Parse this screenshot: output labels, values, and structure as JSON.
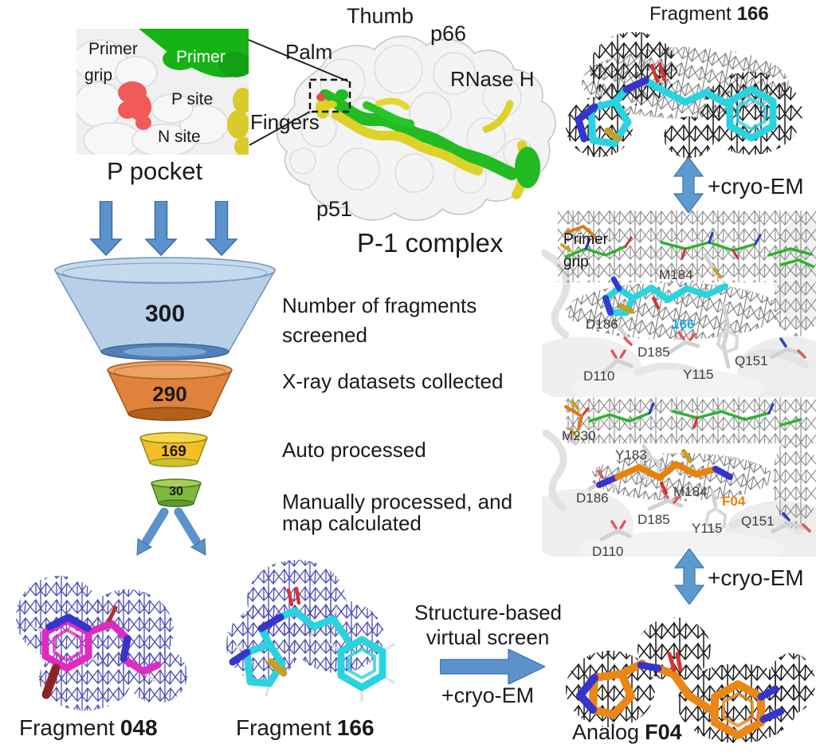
{
  "inset": {
    "primer_grip_line1": "Primer",
    "primer_grip_line2": "grip",
    "primer": "Primer",
    "p_site": "P site",
    "n_site": "N site",
    "caption": "P pocket"
  },
  "complex": {
    "thumb": "Thumb",
    "p66": "p66",
    "palm": "Palm",
    "rnase_h": "RNase H",
    "fingers": "Fingers",
    "p51": "p51",
    "caption": "P-1 complex"
  },
  "funnel": {
    "steps": [
      {
        "value": "300",
        "line1": "Number of fragments",
        "line2": "screened"
      },
      {
        "value": "290",
        "line1": "X-ray datasets collected",
        "line2": ""
      },
      {
        "value": "169",
        "line1": "Auto processed",
        "line2": ""
      },
      {
        "value": "30",
        "line1": "Manually processed, and",
        "line2": "map calculated"
      }
    ]
  },
  "fragments": {
    "top166": {
      "prefix": "Fragment",
      "code": "166"
    },
    "f048": {
      "prefix": "Fragment",
      "code": "048"
    },
    "f166": {
      "prefix": "Fragment",
      "code": "166"
    },
    "analog": {
      "prefix": "Analog",
      "code": "F04"
    }
  },
  "panel166": {
    "primer_grip_line1": "Primer",
    "primer_grip_line2": "grip",
    "m184": "M184",
    "d186": "D186",
    "ligand": "166",
    "d185": "D185",
    "d110": "D110",
    "y115": "Y115",
    "q151": "Q151"
  },
  "panelF04": {
    "m230": "M230",
    "y183": "Y183",
    "d186": "D186",
    "m184": "M184",
    "ligand": "F04",
    "d185": "D185",
    "d110": "D110",
    "y115": "Y115",
    "q151": "Q151"
  },
  "annotations": {
    "cryo_em_top": "+cryo-EM",
    "cryo_em_bottom": "+cryo-EM",
    "cryo_em_screen": "+cryo-EM",
    "screen_line1": "Structure-based",
    "screen_line2": "virtual screen"
  },
  "colors": {
    "arrow_blue": "#5b92cc",
    "funnel_blue": "#b7d0e8",
    "funnel_orange": "#e0813c",
    "funnel_yellow": "#f3bf25",
    "funnel_green": "#7db83c",
    "ligand_cyan": "#29d3e0",
    "ligand_166_label": "#18a8e8",
    "ligand_magenta": "#e02ac0",
    "ligand_orange": "#ec8713",
    "mesh_black": "#1c1c1c",
    "mesh_blue": "#4a4ab5",
    "mesh_gray": "#8a8a8a",
    "surface_green": "#16b216",
    "surface_yellow": "#d9cb2b",
    "surface_red": "#f15a5a"
  }
}
